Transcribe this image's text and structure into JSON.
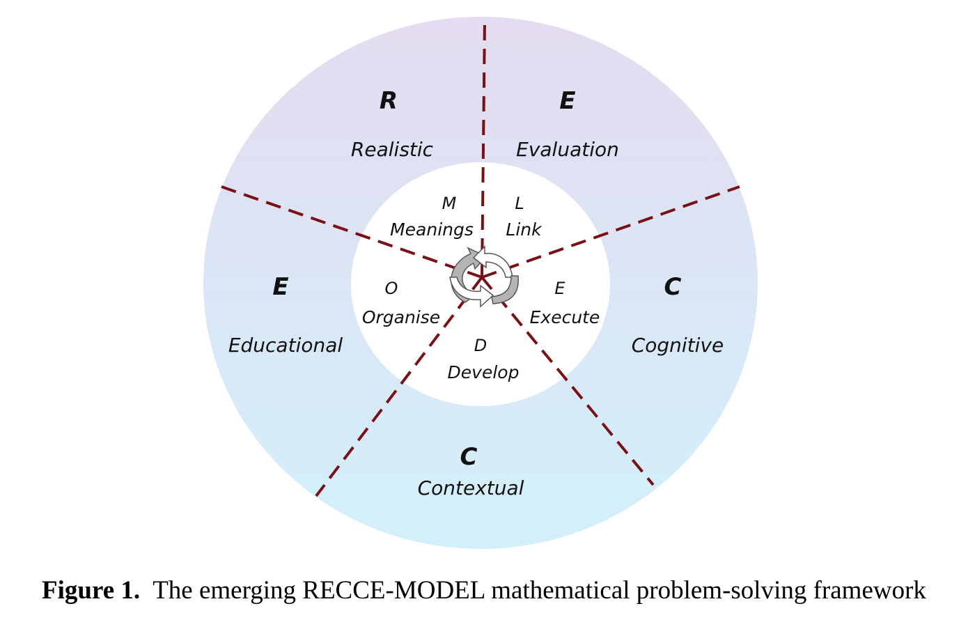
{
  "figure": {
    "outer_segments": [
      {
        "letter": "R",
        "word": "Realistic"
      },
      {
        "letter": "E",
        "word": "Evaluation"
      },
      {
        "letter": "C",
        "word": "Cognitive"
      },
      {
        "letter": "C",
        "word": "Contextual"
      },
      {
        "letter": "E",
        "word": "Educational"
      }
    ],
    "inner_segments": [
      {
        "letter": "M",
        "word": "Meanings"
      },
      {
        "letter": "L",
        "word": "Link"
      },
      {
        "letter": "E",
        "word": "Execute"
      },
      {
        "letter": "D",
        "word": "Develop"
      },
      {
        "letter": "O",
        "word": "Organise"
      }
    ],
    "colors": {
      "outer_top": "#e4dcf0",
      "outer_bottom": "#d2f0fb",
      "inner": "#ffffff",
      "divider": "#7a1016",
      "cycle_arrow": "#b4b4b4"
    },
    "center_icon": "cycle-arrows-icon"
  },
  "caption": {
    "label": "Figure 1.",
    "text": "The emerging RECCE-MODEL mathematical problem-solving framework"
  }
}
